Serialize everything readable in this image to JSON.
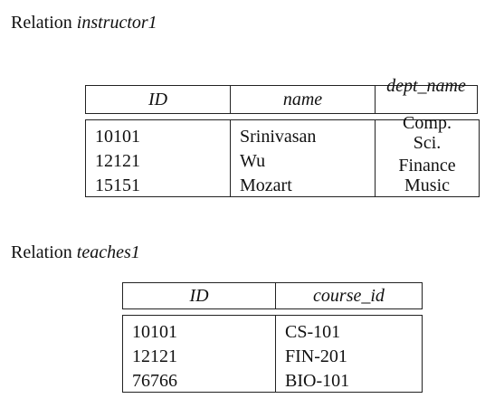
{
  "instructor1": {
    "label_prefix": "Relation",
    "label_name": "instructor1",
    "headers": {
      "id": "ID",
      "name": "name",
      "dept_name": "dept_name"
    },
    "rows": [
      {
        "id": "10101",
        "name": "Srinivasan",
        "dept_name": "Comp. Sci."
      },
      {
        "id": "12121",
        "name": "Wu",
        "dept_name": "Finance"
      },
      {
        "id": "15151",
        "name": "Mozart",
        "dept_name": "Music"
      }
    ]
  },
  "teaches1": {
    "label_prefix": "Relation",
    "label_name": "teaches1",
    "headers": {
      "id": "ID",
      "course_id": "course_id"
    },
    "rows": [
      {
        "id": "10101",
        "course_id": "CS-101"
      },
      {
        "id": "12121",
        "course_id": "FIN-201"
      },
      {
        "id": "76766",
        "course_id": "BIO-101"
      }
    ]
  }
}
